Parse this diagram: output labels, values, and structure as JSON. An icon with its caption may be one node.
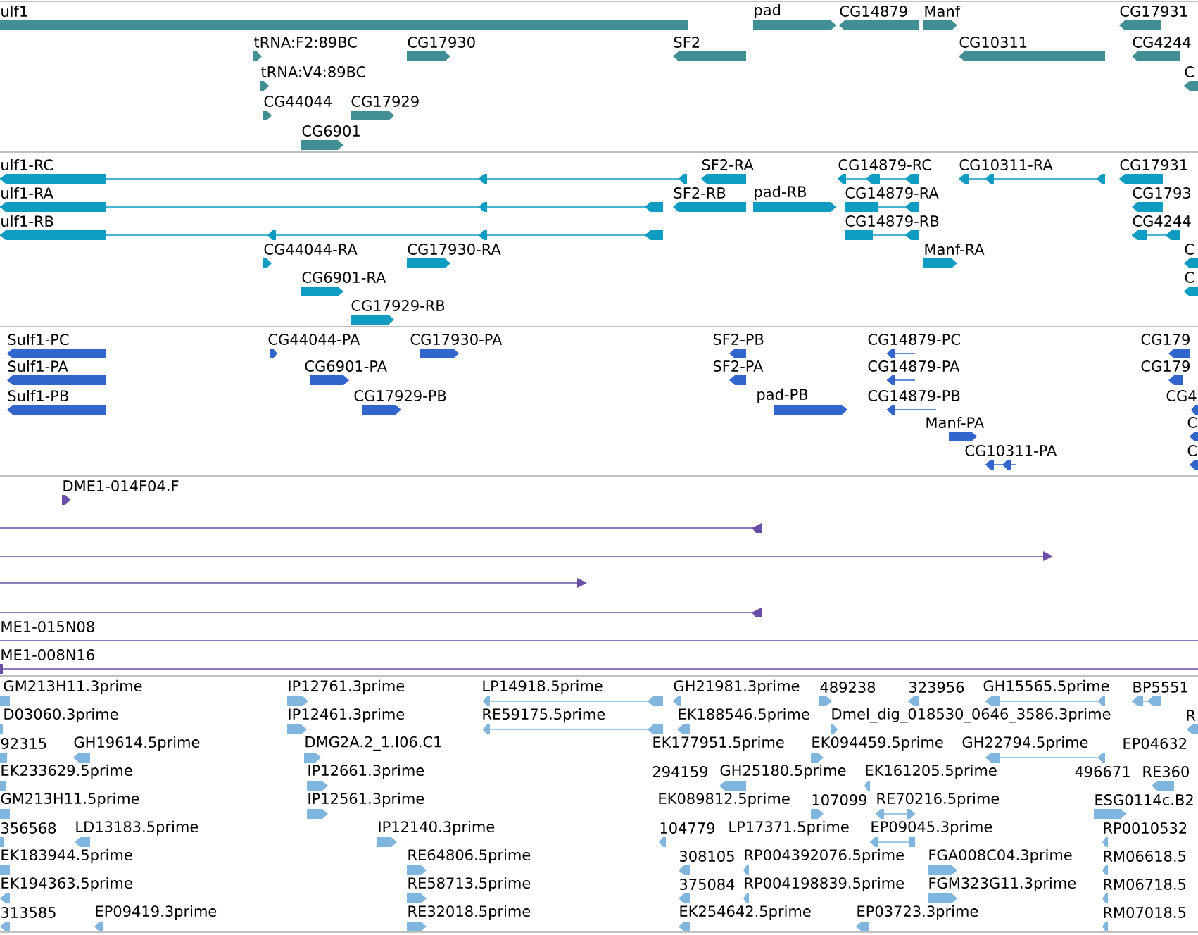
{
  "diagram": {
    "labels": [
      "ulf1",
      "pad",
      "CG14879",
      "Manf",
      "CG17931",
      "tRNA:F2:89BC",
      "CG17930",
      "SF2",
      "CG10311",
      "CG4244",
      "tRNA:V4:89BC",
      "C",
      "CG44044",
      "CG17929",
      "CG6901",
      "ulf1-RC",
      "SF2-RA",
      "CG14879-RC",
      "CG10311-RA",
      "CG17931",
      "ulf1-RA",
      "SF2-RB",
      "pad-RB",
      "CG14879-RA",
      "CG1793",
      "ulf1-RB",
      "CG14879-RB",
      "CG4244",
      "CG44044-RA",
      "CG17930-RA",
      "Manf-RA",
      "C",
      "CG6901-RA",
      "C",
      "CG17929-RB",
      "Sulf1-PC",
      "CG44044-PA",
      "CG17930-PA",
      "SF2-PB",
      "CG14879-PC",
      "CG179",
      "Sulf1-PA",
      "CG6901-PA",
      "SF2-PA",
      "CG14879-PA",
      "CG179",
      "Sulf1-PB",
      "CG17929-PB",
      "pad-PB",
      "CG14879-PB",
      "CG4",
      "Manf-PA",
      "C",
      "CG10311-PA",
      "C",
      "DME1-014F04.F",
      "ME1-015N08",
      "ME1-008N16",
      "GM213H11.3prime",
      "IP12761.3prime",
      "LP14918.5prime",
      "GH21981.3prime",
      "489238",
      "323956",
      "GH15565.5prime",
      "BP5551",
      "D03060.3prime",
      "IP12461.3prime",
      "RE59175.5prime",
      "EK188546.5prime",
      "Dmel_dig_018530_0646_3586.3prime",
      "R",
      "92315",
      "GH19614.5prime",
      "DMG2A.2_1.I06.C1",
      "EK177951.5prime",
      "EK094459.5prime",
      "GH22794.5prime",
      "EP04632",
      "EK233629.5prime",
      "IP12661.3prime",
      "294159",
      "GH25180.5prime",
      "EK161205.5prime",
      "496671",
      "RE360",
      "GM213H11.5prime",
      "IP12561.3prime",
      "EK089812.5prime",
      "107099",
      "RE70216.5prime",
      "ESG0114c.B2",
      "356568",
      "LD13183.5prime",
      "IP12140.3prime",
      "104779",
      "LP17371.5prime",
      "EP09045.3prime",
      "RP0010532",
      "EK183944.5prime",
      "RE64806.5prime",
      "308105",
      "RP004392076.5prime",
      "FGA008C04.3prime",
      "RM06618.5",
      "EK194363.5prime",
      "RE58713.5prime",
      "375084",
      "RP004198839.5prime",
      "FGM323G11.3prime",
      "RM06718.5",
      "313585",
      "EP09419.3prime",
      "RE32018.5prime",
      "EK254642.5prime",
      "EP03723.3prime",
      "RM07018.5"
    ]
  }
}
